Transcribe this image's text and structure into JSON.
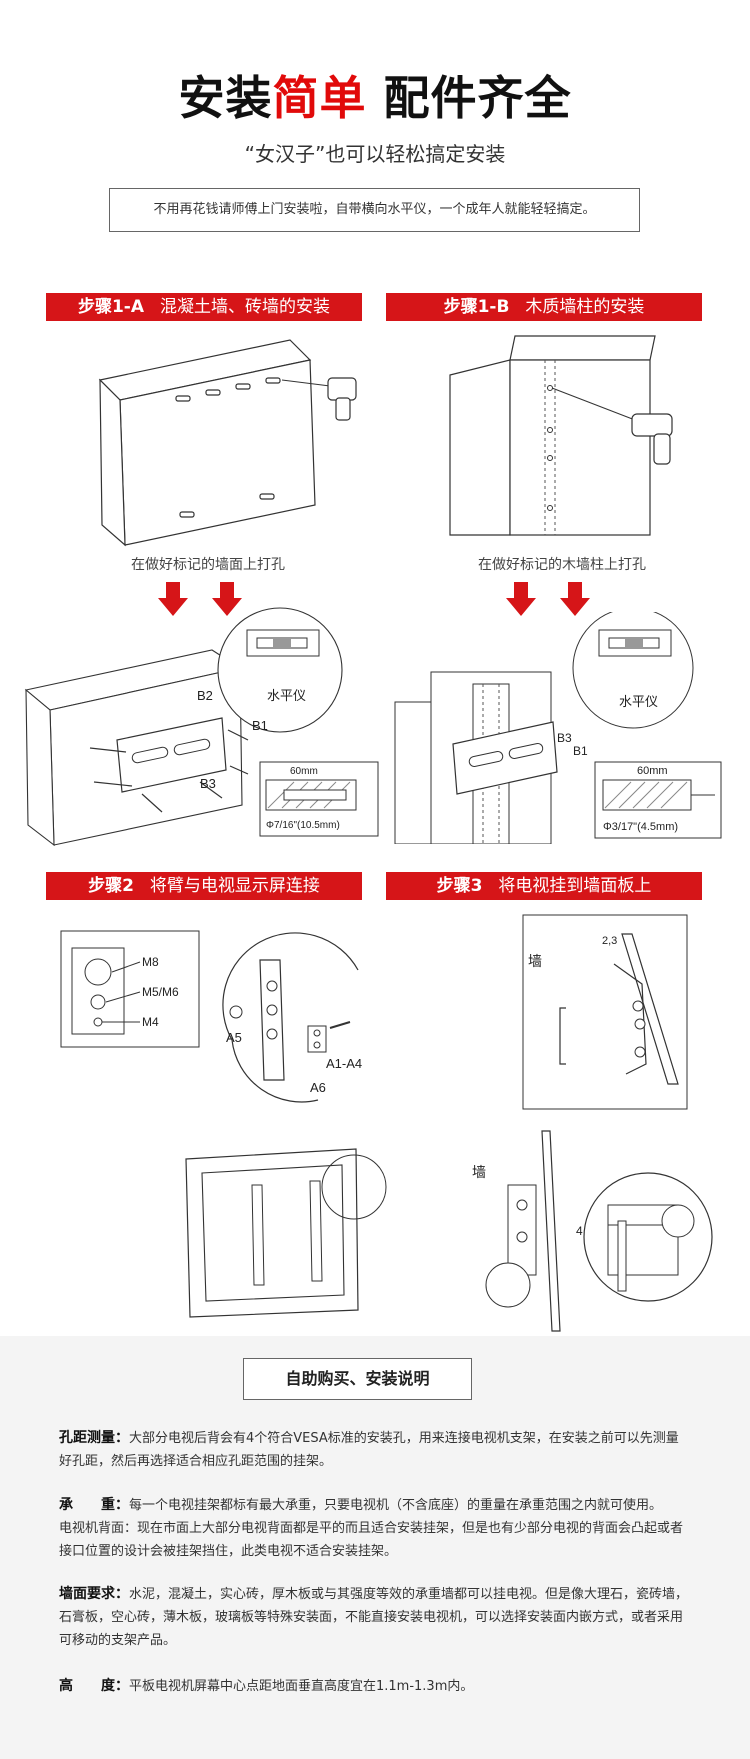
{
  "header": {
    "title_part1": "安装",
    "title_part2": "简单",
    "title_part3": " 配件齐全",
    "subtitle": "“女汉子”也可以轻松搞定安装",
    "note": "不用再花钱请师傅上门安装啦，自带横向水平仪，一个成年人就能轻轻搞定。"
  },
  "steps": {
    "step1a": {
      "num": "步骤1-A",
      "text": "混凝土墙、砖墙的安装",
      "caption": "在做好标记的墙面上打孔",
      "level_label": "水平仪",
      "b1": "B1",
      "b2": "B2",
      "b3": "B3",
      "dim": "60mm",
      "hole": "Φ7/16\"(10.5mm)"
    },
    "step1b": {
      "num": "步骤1-B",
      "text": "木质墙柱的安装",
      "caption": "在做好标记的木墙柱上打孔",
      "level_label": "水平仪",
      "b1": "B1",
      "b3": "B3",
      "dim": "60mm",
      "hole": "Φ3/17\"(4.5mm)"
    },
    "step2": {
      "num": "步骤2",
      "text": "将臂与电视显示屏连接",
      "m8": "M8",
      "m56": "M5/M6",
      "m4": "M4",
      "a5": "A5",
      "a14": "A1-A4",
      "a6": "A6"
    },
    "step3": {
      "num": "步骤3",
      "text": "将电视挂到墙面板上",
      "wall1": "墙",
      "wall2": "墙",
      "n23": "2,3",
      "n4": "4"
    }
  },
  "info": {
    "title": "自助购买、安装说明",
    "p1_label": "孔距测量：",
    "p1_text": "大部分电视后背会有4个符合VESA标准的安装孔，用来连接电视机支架，在安装之前可以先测量好孔距，然后再选择适合相应孔距范围的挂架。",
    "p2_label": "承　　重：",
    "p2_text": "每一个电视挂架都标有最大承重，只要电视机（不含底座）的重量在承重范围之内就可使用。",
    "p2b_text": "电视机背面：现在市面上大部分电视背面都是平的而且适合安装挂架，但是也有少部分电视的背面会凸起或者接口位置的设计会被挂架挡住，此类电视不适合安装挂架。",
    "p3_label": "墙面要求：",
    "p3_text": "水泥，混凝土，实心砖，厚木板或与其强度等效的承重墙都可以挂电视。但是像大理石，瓷砖墙，石膏板，空心砖，薄木板，玻璃板等特殊安装面，不能直接安装电视机，可以选择安装面内嵌方式，或者采用可移动的支架产品。",
    "p4_label": "高　　度：",
    "p4_text": "平板电视机屏幕中心点距地面垂直高度宜在1.1m-1.3m内。"
  }
}
